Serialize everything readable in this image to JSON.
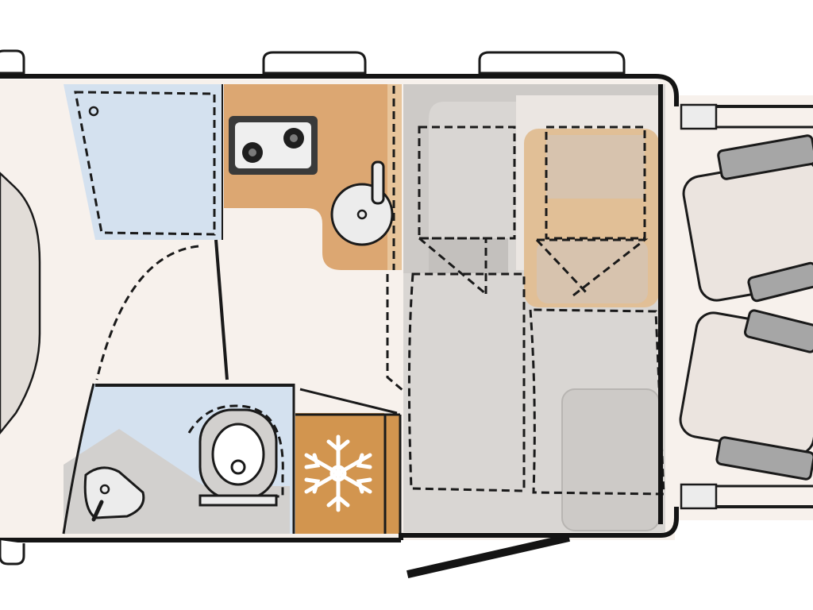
{
  "diagram": {
    "kind": "motorhome-floorplan",
    "colors": {
      "floor": "#f7f1ec",
      "wall": "#141414",
      "wardrobe": "#d4e1ef",
      "kitchen": "#dca772",
      "upholstery": "#d2d0ce",
      "cab_seat": "#ebe4df",
      "cab_seat_arm": "#a6a6a6",
      "fridge": "#d2954f"
    },
    "zones": [
      {
        "id": "rear-bed",
        "label": ""
      },
      {
        "id": "wardrobe",
        "label": ""
      },
      {
        "id": "kitchen",
        "label": ""
      },
      {
        "id": "washroom",
        "label": ""
      },
      {
        "id": "fridge",
        "label": ""
      },
      {
        "id": "dinette",
        "label": ""
      },
      {
        "id": "cab",
        "label": ""
      }
    ],
    "icons": [
      "hob-icon",
      "sink-icon",
      "toilet-icon",
      "washbasin-icon",
      "snowflake-icon"
    ],
    "fixtures": {
      "hob_burners": 2,
      "cab_seats": 2,
      "roof_windows": 3
    }
  }
}
